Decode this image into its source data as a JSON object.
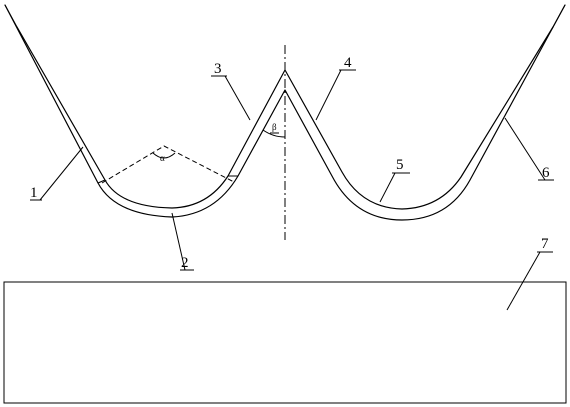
{
  "callouts": [
    {
      "text": "1"
    },
    {
      "text": "2"
    },
    {
      "text": "3"
    },
    {
      "text": "4"
    },
    {
      "text": "5"
    },
    {
      "text": "6"
    },
    {
      "text": "7"
    }
  ],
  "angles": {
    "bend_angle_symbol": "α",
    "tilt_angle_symbol": "β"
  },
  "colors": {
    "line": "#000000",
    "background": "#ffffff"
  }
}
